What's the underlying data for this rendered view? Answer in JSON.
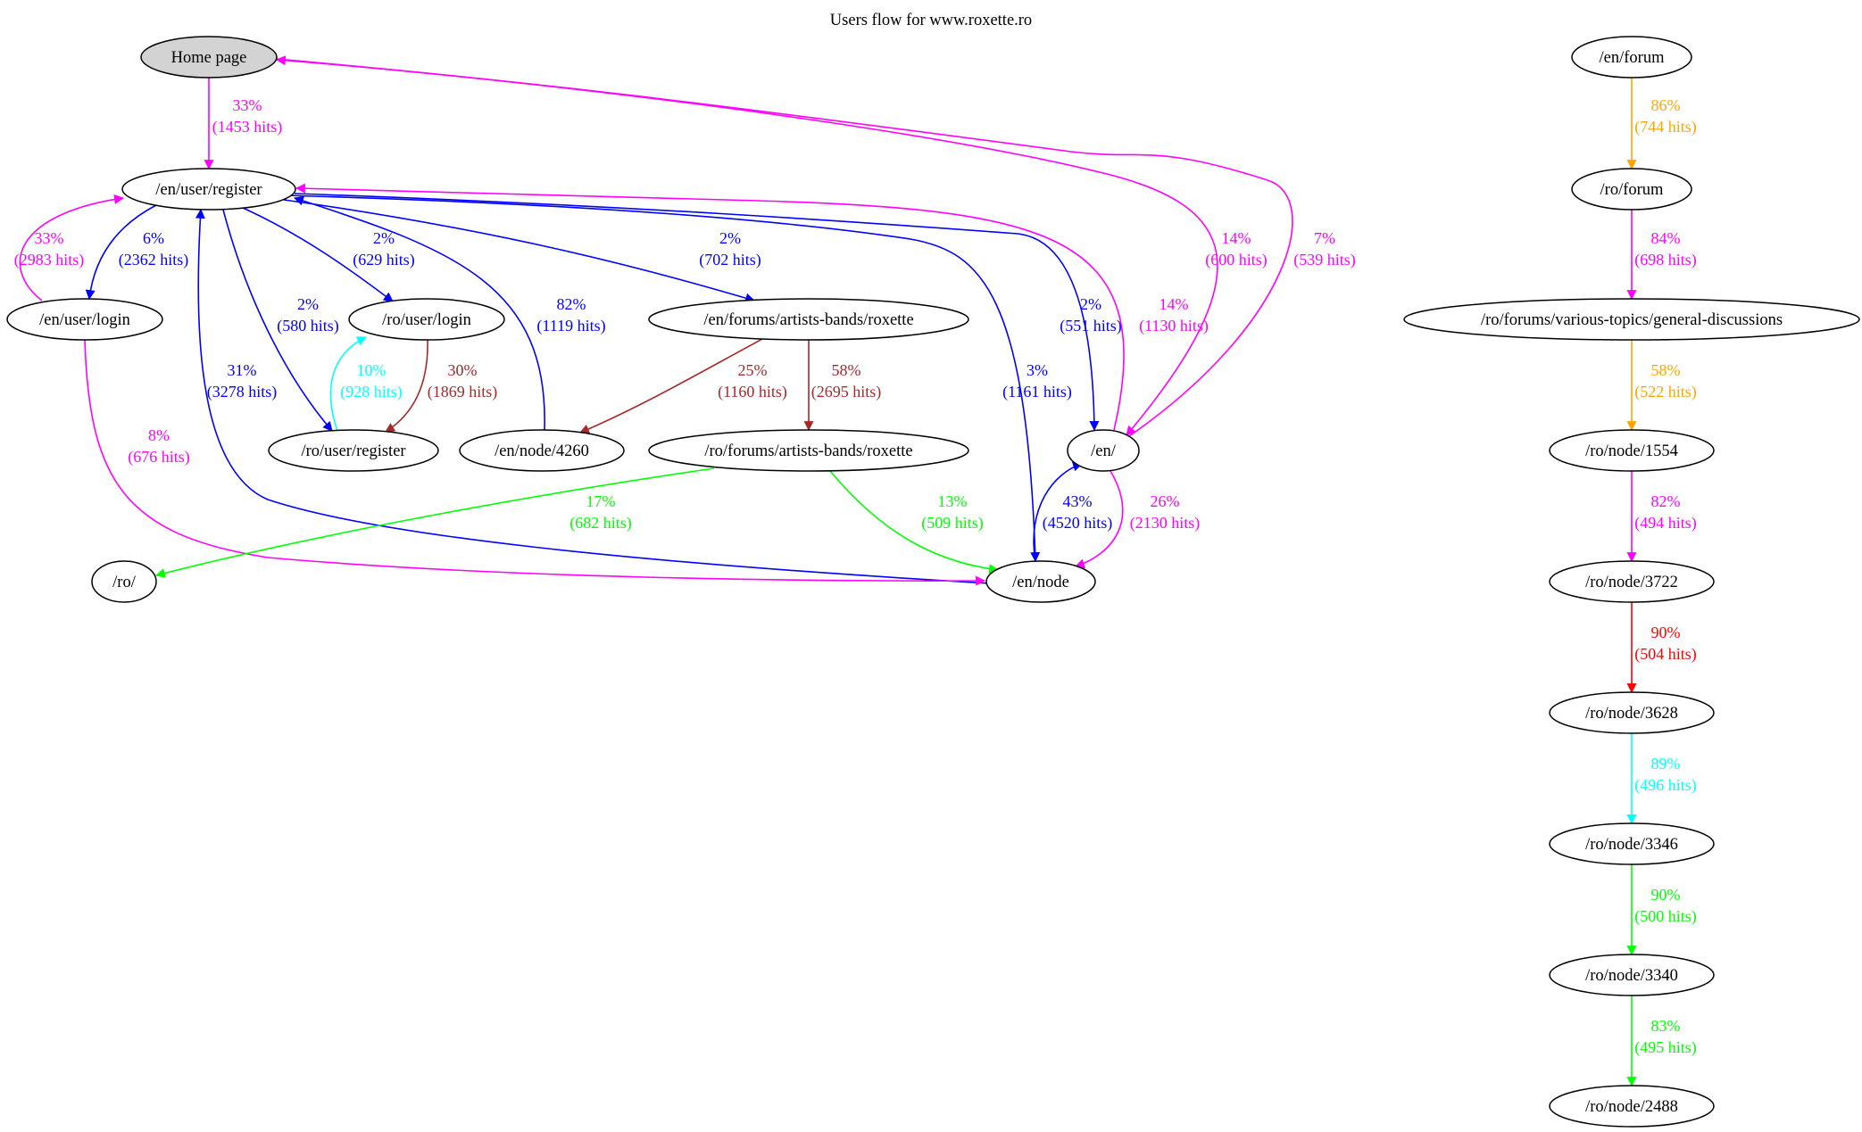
{
  "title": "Users flow for www.roxette.ro",
  "colors": {
    "magenta": "#ff00ff",
    "blue": "#0000ff",
    "brown": "#a52a2a",
    "cyan": "#00ffff",
    "green": "#00ff00",
    "orange": "#ffa500",
    "red": "#ff0000",
    "node_fill": "#ffffff",
    "start_fill": "#d3d3d3"
  },
  "nodes": [
    {
      "id": "home",
      "label": "Home page",
      "start": true
    },
    {
      "id": "en_user_register",
      "label": "/en/user/register"
    },
    {
      "id": "en_user_login",
      "label": "/en/user/login"
    },
    {
      "id": "ro_user_login",
      "label": "/ro/user/login"
    },
    {
      "id": "ro_user_register",
      "label": "/ro/user/register"
    },
    {
      "id": "en_node_4260",
      "label": "/en/node/4260"
    },
    {
      "id": "en_forums_roxette",
      "label": "/en/forums/artists-bands/roxette"
    },
    {
      "id": "ro_forums_roxette",
      "label": "/ro/forums/artists-bands/roxette"
    },
    {
      "id": "en_root",
      "label": "/en/"
    },
    {
      "id": "ro_root",
      "label": "/ro/"
    },
    {
      "id": "en_node",
      "label": "/en/node"
    },
    {
      "id": "en_forum",
      "label": "/en/forum"
    },
    {
      "id": "ro_forum",
      "label": "/ro/forum"
    },
    {
      "id": "ro_general",
      "label": "/ro/forums/various-topics/general-discussions"
    },
    {
      "id": "ro_node_1554",
      "label": "/ro/node/1554"
    },
    {
      "id": "ro_node_3722",
      "label": "/ro/node/3722"
    },
    {
      "id": "ro_node_3628",
      "label": "/ro/node/3628"
    },
    {
      "id": "ro_node_3346",
      "label": "/ro/node/3346"
    },
    {
      "id": "ro_node_3340",
      "label": "/ro/node/3340"
    },
    {
      "id": "ro_node_2488",
      "label": "/ro/node/2488"
    }
  ],
  "edges": [
    {
      "from": "home",
      "to": "en_user_register",
      "color": "magenta",
      "pct": "33%",
      "hits": "(1453 hits)"
    },
    {
      "from": "en_user_login",
      "to": "en_user_register",
      "color": "magenta",
      "pct": "33%",
      "hits": "(2983 hits)"
    },
    {
      "from": "en_user_register",
      "to": "en_user_login",
      "color": "blue",
      "pct": "6%",
      "hits": "(2362 hits)"
    },
    {
      "from": "en_user_register",
      "to": "ro_user_login",
      "color": "blue",
      "pct": "2%",
      "hits": "(629 hits)"
    },
    {
      "from": "en_user_register",
      "to": "ro_user_register",
      "color": "blue",
      "pct": "2%",
      "hits": "(580 hits)"
    },
    {
      "from": "en_node_4260",
      "to": "en_user_register",
      "color": "blue",
      "pct": "82%",
      "hits": "(1119 hits)"
    },
    {
      "from": "en_user_register",
      "to": "en_forums_roxette",
      "color": "blue",
      "pct": "2%",
      "hits": "(702 hits)"
    },
    {
      "from": "en_user_register",
      "to": "en_root",
      "color": "blue",
      "pct": "2%",
      "hits": "(551 hits)"
    },
    {
      "from": "en_root",
      "to": "en_user_register",
      "color": "magenta",
      "pct": "14%",
      "hits": "(1130 hits)"
    },
    {
      "from": "home",
      "to": "en_root",
      "color": "magenta",
      "pct": "14%",
      "hits": "(600 hits)"
    },
    {
      "from": "en_root",
      "to": "home",
      "color": "magenta",
      "pct": "7%",
      "hits": "(539 hits)"
    },
    {
      "from": "en_node",
      "to": "en_user_register",
      "color": "blue",
      "pct": "31%",
      "hits": "(3278 hits)"
    },
    {
      "from": "ro_user_register",
      "to": "ro_user_login",
      "color": "cyan",
      "pct": "10%",
      "hits": "(928 hits)"
    },
    {
      "from": "ro_user_login",
      "to": "ro_user_register",
      "color": "brown",
      "pct": "30%",
      "hits": "(1869 hits)"
    },
    {
      "from": "en_forums_roxette",
      "to": "en_node_4260",
      "color": "brown",
      "pct": "25%",
      "hits": "(1160 hits)"
    },
    {
      "from": "en_forums_roxette",
      "to": "ro_forums_roxette",
      "color": "brown",
      "pct": "58%",
      "hits": "(2695 hits)"
    },
    {
      "from": "en_user_register",
      "to": "en_node",
      "color": "blue",
      "pct": "3%",
      "hits": "(1161 hits)"
    },
    {
      "from": "en_user_login",
      "to": "en_node",
      "color": "magenta",
      "pct": "8%",
      "hits": "(676 hits)"
    },
    {
      "from": "ro_forums_roxette",
      "to": "ro_root",
      "color": "green",
      "pct": "17%",
      "hits": "(682 hits)"
    },
    {
      "from": "ro_forums_roxette",
      "to": "en_node",
      "color": "green",
      "pct": "13%",
      "hits": "(509 hits)"
    },
    {
      "from": "en_node",
      "to": "en_root",
      "color": "blue",
      "pct": "43%",
      "hits": "(4520 hits)"
    },
    {
      "from": "en_root",
      "to": "en_node",
      "color": "magenta",
      "pct": "26%",
      "hits": "(2130 hits)"
    },
    {
      "from": "en_forum",
      "to": "ro_forum",
      "color": "orange",
      "pct": "86%",
      "hits": "(744 hits)"
    },
    {
      "from": "ro_forum",
      "to": "ro_general",
      "color": "magenta",
      "pct": "84%",
      "hits": "(698 hits)"
    },
    {
      "from": "ro_general",
      "to": "ro_node_1554",
      "color": "orange",
      "pct": "58%",
      "hits": "(522 hits)"
    },
    {
      "from": "ro_node_1554",
      "to": "ro_node_3722",
      "color": "magenta",
      "pct": "82%",
      "hits": "(494 hits)"
    },
    {
      "from": "ro_node_3722",
      "to": "ro_node_3628",
      "color": "red",
      "pct": "90%",
      "hits": "(504 hits)"
    },
    {
      "from": "ro_node_3628",
      "to": "ro_node_3346",
      "color": "cyan",
      "pct": "89%",
      "hits": "(496 hits)"
    },
    {
      "from": "ro_node_3346",
      "to": "ro_node_3340",
      "color": "green",
      "pct": "90%",
      "hits": "(500 hits)"
    },
    {
      "from": "ro_node_3340",
      "to": "ro_node_2488",
      "color": "green",
      "pct": "83%",
      "hits": "(495 hits)"
    }
  ]
}
